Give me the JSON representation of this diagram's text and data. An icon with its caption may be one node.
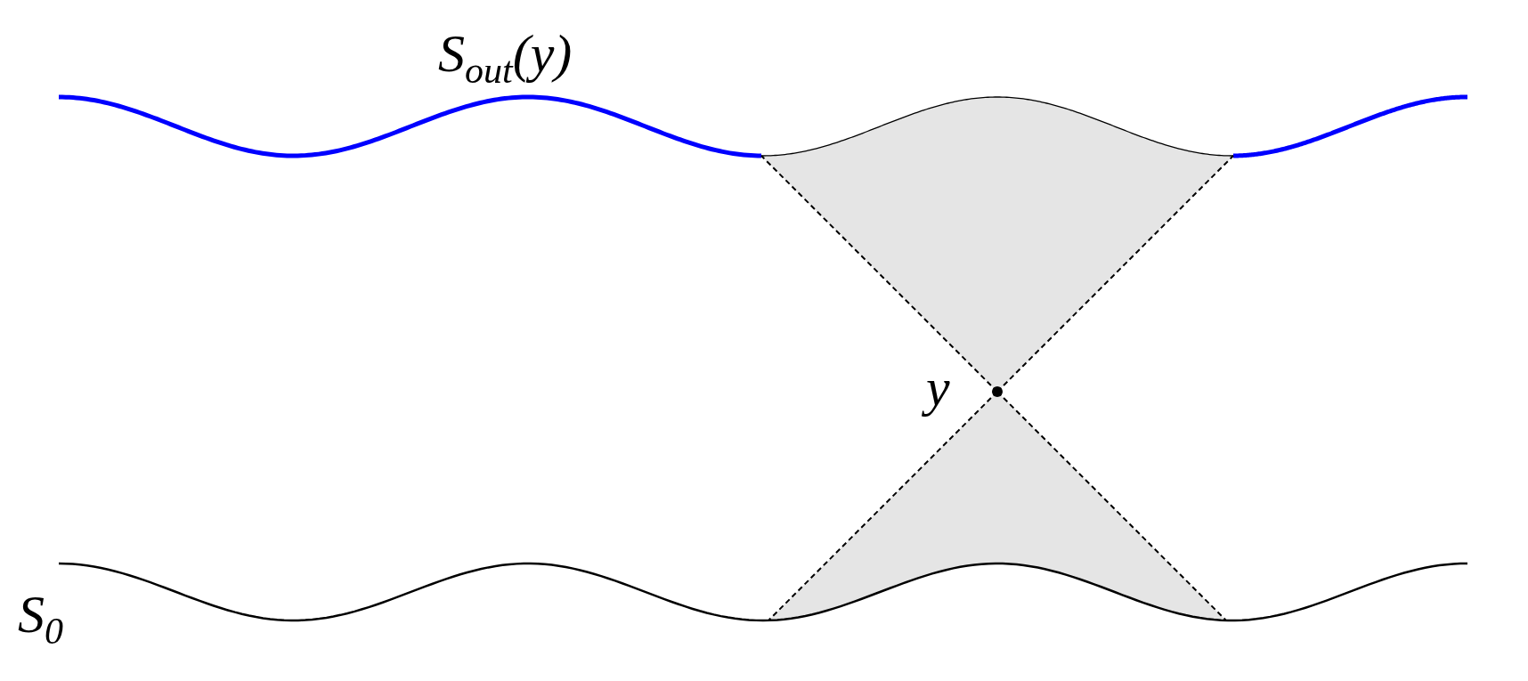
{
  "diagram": {
    "labels": [
      "S$_{out}$(y)",
      "y",
      "S$_{0}$"
    ]
  }
}
